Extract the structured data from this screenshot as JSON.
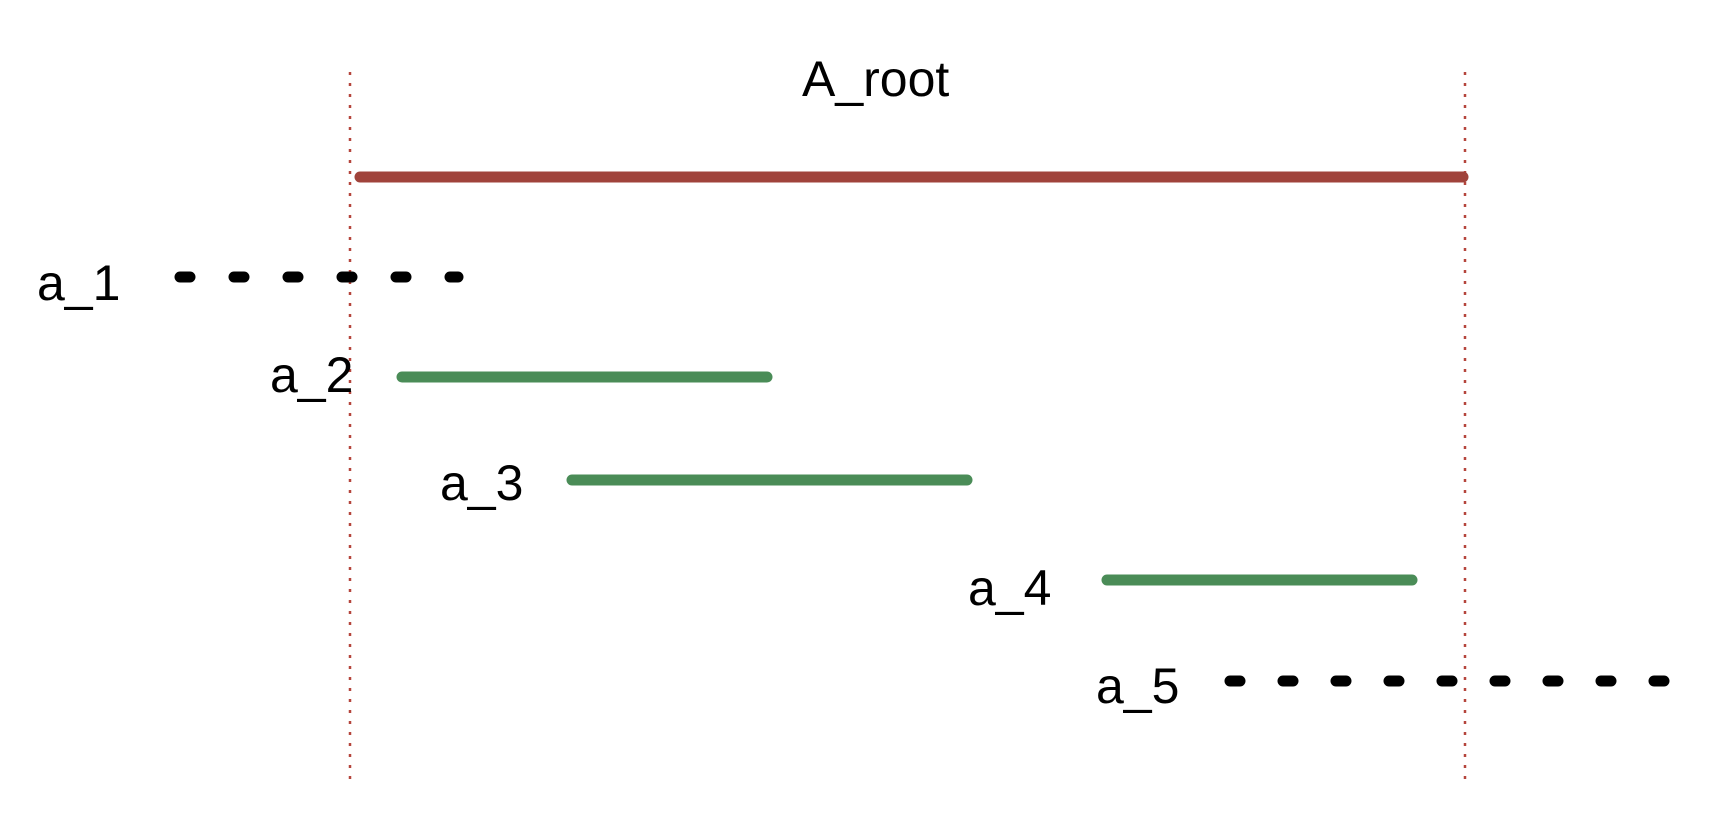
{
  "diagram": {
    "root_label": "A_root",
    "segment_labels": {
      "a1": "a_1",
      "a2": "a_2",
      "a3": "a_3",
      "a4": "a_4",
      "a5": "a_5"
    },
    "colors": {
      "root": "#a0433b",
      "boundary": "#b5453c",
      "inside": "#4a8c57",
      "outside": "#000000"
    }
  }
}
